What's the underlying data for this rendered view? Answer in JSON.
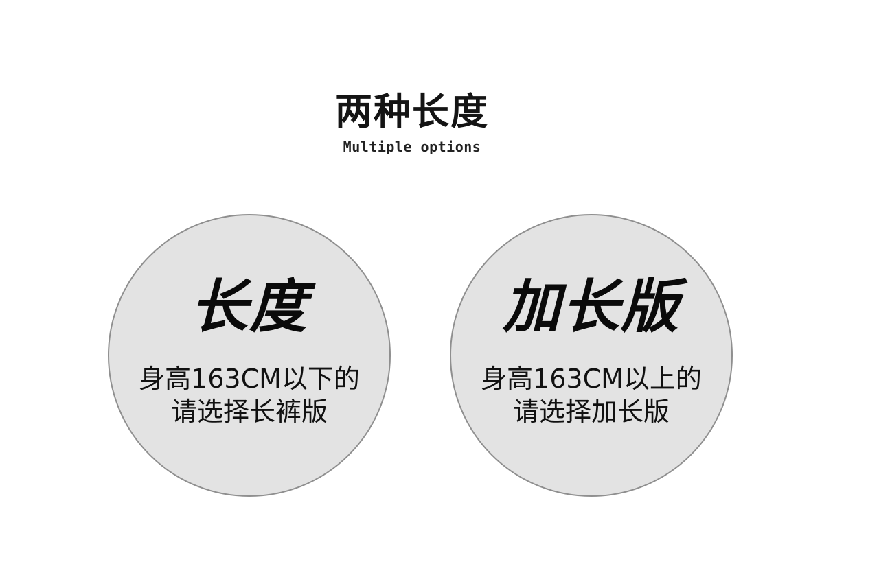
{
  "header": {
    "title": "两种长度",
    "subtitle": "Multiple options"
  },
  "options": [
    {
      "title": "长度",
      "line1": "身高163CM以下的",
      "line2": "请选择长裤版"
    },
    {
      "title": "加长版",
      "line1": "身高163CM以上的",
      "line2": "请选择加长版"
    }
  ],
  "colors": {
    "circle_fill": "#e3e3e3",
    "circle_border": "#8f8f8f",
    "text": "#111111"
  }
}
